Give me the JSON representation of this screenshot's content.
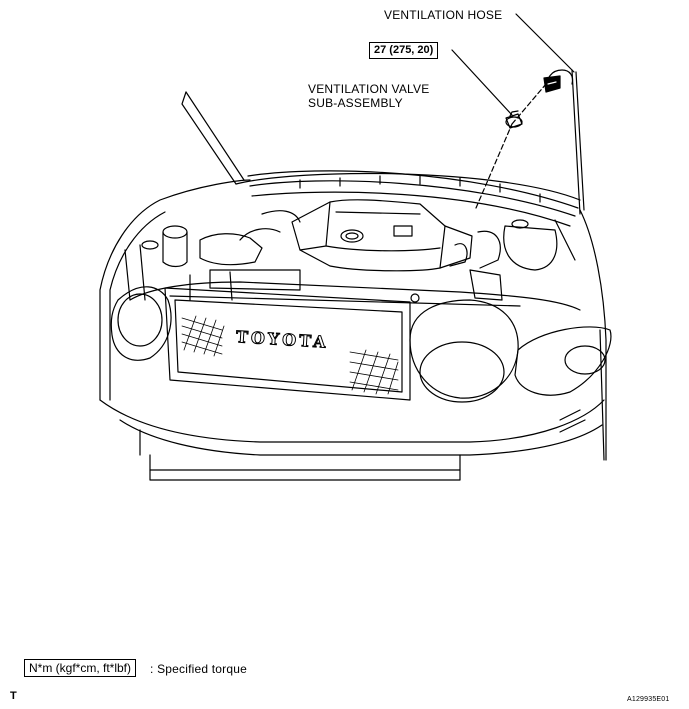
{
  "labels": {
    "ventilation_hose": "VENTILATION HOSE",
    "torque_value": "27 (275, 20)",
    "valve_line1": "VENTILATION VALVE",
    "valve_line2": "SUB-ASSEMBLY",
    "grille_logo": "TOYOTA"
  },
  "legend": {
    "unit_box": "N*m (kgf*cm, ft*lbf)",
    "description": ": Specified torque"
  },
  "footer": {
    "left_mark": "T",
    "figure_code": "A129935E01"
  }
}
